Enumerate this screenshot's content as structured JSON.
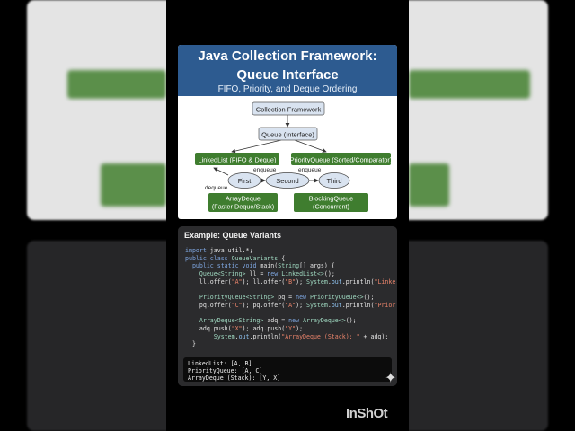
{
  "card": {
    "title_line1": "Java Collection Framework:",
    "title_line2": "Queue Interface",
    "subtitle": "FIFO, Priority, and Deque Ordering",
    "header_color": "#2d5b90",
    "node_color": "#3f7d2f",
    "nodes": {
      "root": "Collection Framework",
      "queue": "Queue (Interface)",
      "linkedlist": "LinkedList (FIFO & Deque)",
      "priorityqueue": "PriorityQueue (Sorted/Comparator)",
      "first": "First",
      "second": "Second",
      "third": "Third",
      "arraydeque_1": "ArrayDeque",
      "arraydeque_2": "(Faster Deque/Stack)",
      "blocking_1": "BlockingQueue",
      "blocking_2": "(Concurrent)"
    },
    "labels": {
      "enqueue1": "enqueue",
      "enqueue2": "enqueue",
      "dequeue": "dequeue"
    }
  },
  "code": {
    "title": "Example: Queue Variants",
    "output": [
      "LinkedList: [A, B]",
      "PriorityQueue: [A, C]",
      "ArrayDeque (Stack): [Y, X]"
    ]
  },
  "watermark": "InShOt"
}
